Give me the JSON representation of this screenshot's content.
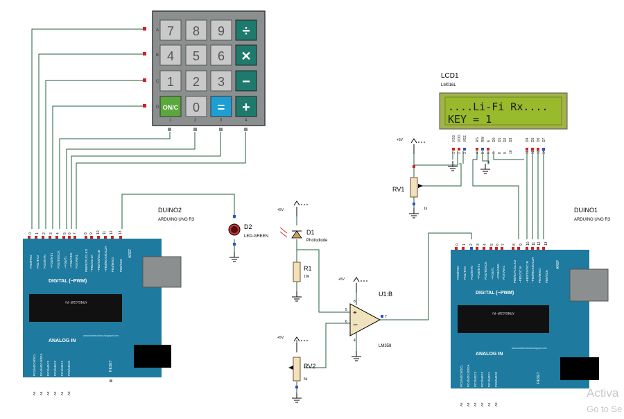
{
  "keypad": {
    "rows": [
      "A",
      "B",
      "C",
      "D"
    ],
    "cols": [
      "1",
      "2",
      "3",
      "4"
    ],
    "keys": [
      "7",
      "8",
      "9",
      "÷",
      "4",
      "5",
      "6",
      "✕",
      "1",
      "2",
      "3",
      "−",
      "ON/C",
      "0",
      "=",
      "+"
    ]
  },
  "lcd": {
    "ref": "LCD1",
    "part": "LM016L",
    "line1": "....Li-Fi Rx....",
    "line2": "KEY = 1",
    "pins": [
      "VSS",
      "VDD",
      "VEE",
      "RS",
      "RW",
      "E",
      "D0",
      "D1",
      "D2",
      "D3",
      "D4",
      "D5",
      "D6",
      "D7"
    ],
    "pin_nums": [
      "1",
      "2",
      "3",
      "4",
      "5",
      "6",
      "7",
      "8",
      "9",
      "10",
      "11",
      "12",
      "13",
      "14"
    ]
  },
  "duino2": {
    "ref": "DUINO2",
    "part": "ARDUINO UNO R3",
    "digital_label": "DIGITAL (~PWM)",
    "analog_label": "ANALOG IN",
    "aref": "AREF",
    "reset": "RESET",
    "chip": "ATMEGA328P-PU",
    "blog": "arduinoinstructions.blogspot.com",
    "pin_nums": [
      "0",
      "1",
      "2",
      "3",
      "4",
      "5",
      "6",
      "7",
      "8",
      "9",
      "10",
      "11",
      "12",
      "13"
    ],
    "pin_names": [
      "PD0/RXD",
      "PD1/TXD",
      "PD2/INT0",
      "~PD3/INT1",
      "PD4/T0/XCK",
      "~PD5/T1",
      "~PD6/AIN0",
      "PD7/AIN1",
      "PB0/ICP1/CLKO",
      "~PB1/OC1A",
      "~PB2/SS/OC1B",
      "~PB3/MOSI/OC2A",
      "PB4/MISO",
      "PB5/SCK"
    ],
    "analog_pins": [
      "A0",
      "A1",
      "A2",
      "A3",
      "A4",
      "A5"
    ],
    "analog_names": [
      "PC0/ADC0",
      "PC1/ADC1",
      "PC2/ADC2",
      "PC3/ADC3",
      "PC4/ADC4/SDA",
      "PC5/ADC5/SCL"
    ]
  },
  "duino1": {
    "ref": "DUINO1",
    "part": "ARDUINO UNO R3"
  },
  "d2": {
    "ref": "D2",
    "part": "LED-GREEN"
  },
  "d1": {
    "ref": "D1",
    "part": "Photodiode"
  },
  "r1": {
    "ref": "R1",
    "value": "10k"
  },
  "rv1": {
    "ref": "RV1",
    "value": "1k"
  },
  "rv2": {
    "ref": "RV2",
    "value": "5k"
  },
  "u1": {
    "ref": "U1:B",
    "part": "LM358",
    "pins": [
      "5",
      "6",
      "7",
      "8",
      "4"
    ]
  },
  "supply": "+5V",
  "watermark": {
    "line1": "Activa",
    "line2": "Go to Se"
  }
}
